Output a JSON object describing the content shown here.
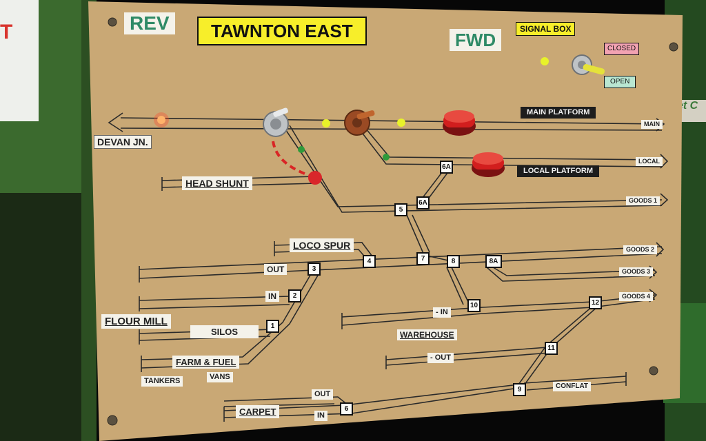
{
  "panel": {
    "title": "TAWNTON EAST",
    "rev": "REV",
    "fwd": "FWD",
    "signal_box": "SIGNAL BOX",
    "closed": "CLOSED",
    "open": "OPEN"
  },
  "left_edge": {
    "sign_fragment": "T"
  },
  "right_edge": {
    "card_fragment": "et C"
  },
  "tracks": {
    "devan_jn": "DEVAN JN.",
    "head_shunt": "HEAD SHUNT",
    "main_platform": "MAIN PLATFORM",
    "local_platform": "LOCAL PLATFORM",
    "main": "MAIN",
    "local": "LOCAL",
    "goods_1": "GOODS 1",
    "goods_2": "GOODS 2",
    "goods_3": "GOODS 3",
    "goods_4": "GOODS 4",
    "loco_spur": "LOCO SPUR",
    "out": "OUT",
    "in": "IN",
    "flour_mill": "FLOUR MILL",
    "silos": "SILOS",
    "farm_fuel": "FARM & FUEL",
    "tankers": "TANKERS",
    "vans": "VANS",
    "warehouse": "WAREHOUSE",
    "wh_in": "- IN",
    "wh_out": "- OUT",
    "conflat": "CONFLAT",
    "carpet": "CARPET",
    "carpet_out": "OUT",
    "carpet_in": "IN"
  },
  "points": {
    "p1": "1",
    "p2": "2",
    "p3": "3",
    "p4": "4",
    "p5": "5",
    "p6": "6",
    "p6a_top": "6A",
    "p6a": "6A",
    "p7": "7",
    "p8": "8",
    "p8a": "8A",
    "p9": "9",
    "p10": "10",
    "p11": "11",
    "p12": "12"
  },
  "colors": {
    "board": "#c9a875",
    "line": "#2a2a2a",
    "title_bg": "#f7ee2a",
    "red_led": "#ff4a2a",
    "yellow_led": "#e8f22a",
    "green_led": "#2f9a3a",
    "push_button": "#d21e1e",
    "dashed": "#d92525"
  }
}
